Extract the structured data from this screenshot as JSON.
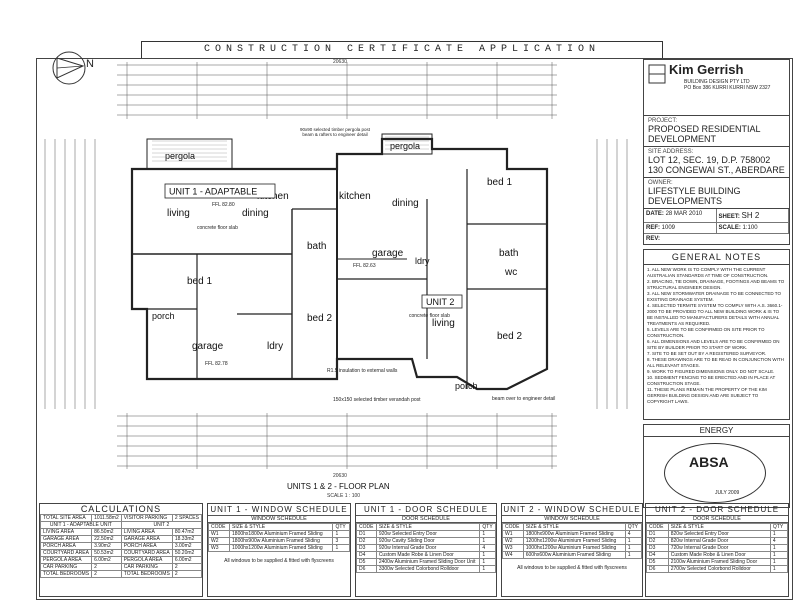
{
  "header": {
    "title": "CONSTRUCTION CERTIFICATE APPLICATION"
  },
  "north": "N",
  "plan": {
    "title": "UNITS 1 & 2 - FLOOR PLAN",
    "scale": "SCALE   1 : 100",
    "top_dim": "20630",
    "bottom_dim": "20630",
    "unit1_label": "UNIT 1 - ADAPTABLE",
    "unit2_label": "UNIT 2",
    "rooms": {
      "pergola1": "pergola",
      "pergola2": "pergola",
      "kitchen1": "kitchen",
      "kitchen2": "kitchen",
      "living1": "living",
      "dining1": "dining",
      "dining2": "dining",
      "bed1_u1": "bed 1",
      "bed2_u1": "bed 2",
      "bath_u1": "bath",
      "garage_u1": "garage",
      "porch_u1": "porch",
      "ldry_u1": "ldry",
      "garage_u2": "garage",
      "ldry_u2": "ldry",
      "living2": "living",
      "bed1_u2": "bed 1",
      "bed2_u2": "bed 2",
      "bath_u2": "bath",
      "wc_u2": "wc",
      "porch_u2": "porch"
    },
    "notes": {
      "ffl1": "FFL 82.80",
      "ffl2": "FFL 82.63",
      "ffl_garage": "FFL 82.78",
      "pergola_note": "90x90 selected timber pergola post beam & rafters to engineer detail",
      "slab1": "concrete floor slab",
      "slab2": "concrete floor slab",
      "insul": "R1.5 insulation to external walls",
      "verandah": "150x150 selected timber verandah post",
      "beam_note": "beam over to engineer detail"
    }
  },
  "title_block": {
    "company": "Kim Gerrish",
    "company_sub": "BUILDING DESIGN PTY LTD",
    "address": "PO Box 386 KURRI KURRI  NSW  2327",
    "project_label": "PROJECT:",
    "project": "PROPOSED RESIDENTIAL DEVELOPMENT",
    "site_label": "SITE ADDRESS:",
    "site_line1": "LOT 12, SEC. 19, D.P. 758002",
    "site_line2": "130 CONGEWAI ST., ABERDARE",
    "owner_label": "OWNER:",
    "owner": "LIFESTYLE BUILDING DEVELOPMENTS",
    "date_label": "DATE:",
    "date": "28 MAR 2010",
    "sheet_label": "SHEET:",
    "sheet": "SH 2",
    "ref_label": "REF:",
    "ref": "1009",
    "scale_label": "SCALE:",
    "scale": "1:100",
    "rev_label": "REV:"
  },
  "general_notes": {
    "title": "GENERAL NOTES",
    "items": [
      "1. ALL NEW WORK IS TO COMPLY WITH THE CURRENT AUSTRALIAN STANDARDS AT TIME OF CONSTRUCTION.",
      "2. BRACING, TIE DOWN, DRAINAGE, FOOTINGS AND BEAMS TO STRUCTURAL ENGINEER DESIGN.",
      "3. ALL NEW STORMWATER DRAINAGE TO BE CONNECTED TO EXISTING DRAINAGE SYSTEM.",
      "4. SELECTED TERMITE SYSTEM TO COMPLY WITH A.S. 3660.1-2000 TO BE PROVIDED TO ALL NEW BUILDING WORK & IS TO BE INSTALLED TO MANUFACTURERS DETAILS WITH ANNUAL TREATMENTS AS REQUIRED.",
      "5. LEVELS ARE TO BE CONFIRMED ON SITE PRIOR TO CONSTRUCTION.",
      "6. ALL DIMENSIONS AND LEVELS ARE TO BE CONFIRMED ON SITE BY BUILDER PRIOR TO START OF WORK.",
      "7. SITE TO BE SET OUT BY A REGISTERED SURVEYOR.",
      "8. THESE DRAWINGS ARE TO BE READ IN CONJUNCTION WITH ALL RELEVANT STAGES.",
      "9. WORK TO FIGURED DIMENSIONS ONLY. DO NOT SCALE.",
      "10. SEDIMENT FENCING TO BE ERECTED AND IN PLACE AT CONSTRUCTION STAGE.",
      "11. THESE PLANS REMAIN THE PROPERTY OF THE KIM GERRISH BUILDING DESIGN AND ARE SUBJECT TO COPYRIGHT LAWS."
    ]
  },
  "energy": {
    "title": "ENERGY",
    "logo": "ABSA",
    "date": "JULY 2009"
  },
  "calculations": {
    "title": "CALCULATIONS",
    "site_area_label": "TOTAL SITE AREA",
    "site_area": "1011.58m2",
    "visitor_label": "VISITOR PARKING",
    "visitor": "2 SPACES",
    "unit1_title": "UNIT 1 - ADAPTABLE UNIT",
    "unit2_title": "UNIT 2",
    "rows": [
      {
        "l": "LIVING AREA",
        "v1": "86.50m2",
        "l2": "LIVING AREA",
        "v2": "80.47m2"
      },
      {
        "l": "GARAGE AREA",
        "v1": "22.50m2",
        "l2": "GARAGE AREA",
        "v2": "18.33m2"
      },
      {
        "l": "PORCH AREA",
        "v1": "3.90m2",
        "l2": "PORCH AREA",
        "v2": "3.00m2"
      },
      {
        "l": "COURTYARD AREA",
        "v1": "50.53m2",
        "l2": "COURTYARD AREA",
        "v2": "50.20m2"
      },
      {
        "l": "PERGOLA AREA",
        "v1": "6.00m2",
        "l2": "PERGOLA AREA",
        "v2": "6.00m2"
      },
      {
        "l": "CAR PARKING",
        "v1": "2",
        "l2": "CAR PARKING",
        "v2": "2"
      },
      {
        "l": "TOTAL BEDROOMS",
        "v1": "2",
        "l2": "TOTAL BEDROOMS",
        "v2": "2"
      }
    ]
  },
  "u1_window": {
    "title": "UNIT 1 - WINDOW SCHEDULE",
    "sub": "WINDOW SCHEDULE",
    "cols": [
      "CODE",
      "SIZE & STYLE",
      "QTY"
    ],
    "rows": [
      [
        "W1",
        "1800hx1800w Aluminium Framed Sliding",
        "1"
      ],
      [
        "W2",
        "1800hx900w Aluminium Framed Sliding",
        "3"
      ],
      [
        "W3",
        "1000hx1200w Aluminium Framed Sliding",
        "1"
      ]
    ],
    "foot": "All windows to be supplied & fitted with flyscreens"
  },
  "u1_door": {
    "title": "UNIT 1 - DOOR SCHEDULE",
    "sub": "DOOR SCHEDULE",
    "cols": [
      "CODE",
      "SIZE & STYLE",
      "QTY"
    ],
    "rows": [
      [
        "D1",
        "920w Selected Entry Door",
        "1"
      ],
      [
        "D2",
        "920w Cavity Sliding Door",
        "1"
      ],
      [
        "D3",
        "920w Internal Grade Door",
        "4"
      ],
      [
        "D4",
        "Custom Made Robe & Linen Door",
        "1"
      ],
      [
        "D5",
        "2400w Aluminium Framed Sliding Door Unit",
        "1"
      ],
      [
        "D6",
        "3300w Selected Colorbond Rolldoor",
        "1"
      ]
    ]
  },
  "u2_window": {
    "title": "UNIT 2 - WINDOW SCHEDULE",
    "sub": "WINDOW SCHEDULE",
    "cols": [
      "CODE",
      "SIZE & STYLE",
      "QTY"
    ],
    "rows": [
      [
        "W1",
        "1800hx900w Aluminium Framed Sliding",
        "4"
      ],
      [
        "W2",
        "1200hx1200w Aluminium Framed Sliding",
        "1"
      ],
      [
        "W3",
        "1000hx1200w Aluminium Framed Sliding",
        "1"
      ],
      [
        "W4",
        "600hx600w Aluminium Framed Sliding",
        "1"
      ]
    ],
    "foot": "All windows to be supplied & fitted with flyscreens"
  },
  "u2_door": {
    "title": "UNIT 2 - DOOR SCHEDULE",
    "sub": "DOOR SCHEDULE",
    "cols": [
      "CODE",
      "SIZE & STYLE",
      "QTY"
    ],
    "rows": [
      [
        "D1",
        "820w Selected Entry Door",
        "1"
      ],
      [
        "D2",
        "820w Internal Grade Door",
        "4"
      ],
      [
        "D3",
        "720w Internal Grade Door",
        "1"
      ],
      [
        "D4",
        "Custom Made Robe & Linen Door",
        "1"
      ],
      [
        "D5",
        "2100w Aluminium Framed Sliding Door",
        "1"
      ],
      [
        "D6",
        "2700w Selected Colorbond Rolldoor",
        "1"
      ]
    ]
  }
}
